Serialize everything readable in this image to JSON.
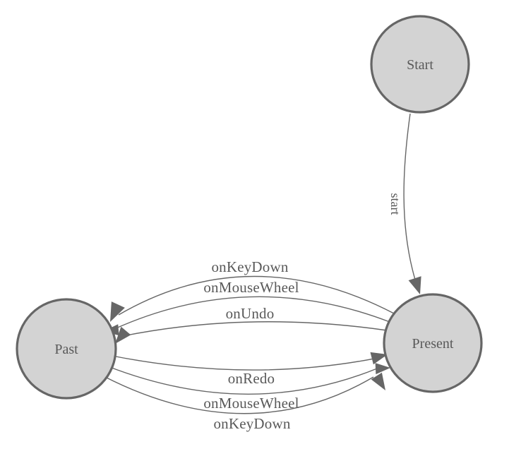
{
  "diagram": {
    "type": "state-machine",
    "colors": {
      "background": "#ffffff",
      "node_fill": "#d3d3d3",
      "node_stroke": "#666666",
      "edge_stroke": "#666666",
      "arrow_fill": "#666666",
      "label_color": "#595959"
    },
    "nodes": [
      {
        "id": "start",
        "label": "Start"
      },
      {
        "id": "present",
        "label": "Present"
      },
      {
        "id": "past",
        "label": "Past"
      }
    ],
    "edges": [
      {
        "from": "Start",
        "to": "Present",
        "label": "start"
      },
      {
        "from": "Present",
        "to": "Past",
        "label": "onKeyDown"
      },
      {
        "from": "Present",
        "to": "Past",
        "label": "onMouseWheel"
      },
      {
        "from": "Present",
        "to": "Past",
        "label": "onUndo"
      },
      {
        "from": "Past",
        "to": "Present",
        "label": "onRedo"
      },
      {
        "from": "Past",
        "to": "Present",
        "label": "onMouseWheel"
      },
      {
        "from": "Past",
        "to": "Present",
        "label": "onKeyDown"
      }
    ]
  }
}
